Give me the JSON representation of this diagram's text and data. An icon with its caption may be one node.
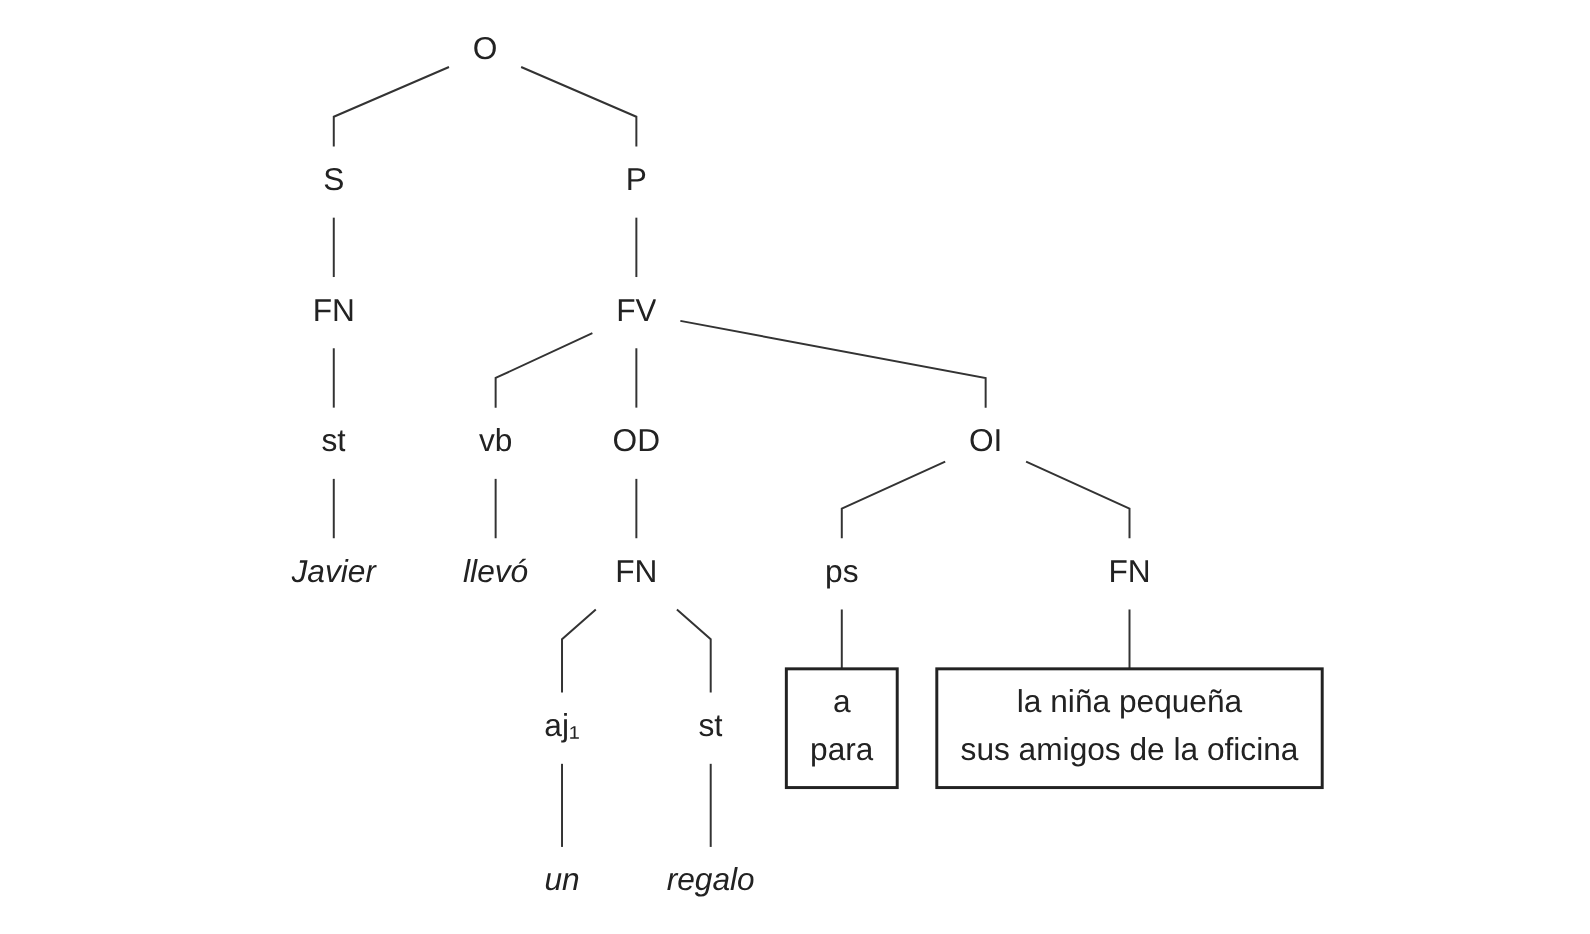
{
  "diagram": {
    "nodes": [
      {
        "text": [
          "O"
        ]
      },
      {
        "text": [
          "S"
        ]
      },
      {
        "text": [
          "P"
        ]
      },
      {
        "text": [
          "FN"
        ]
      },
      {
        "text": [
          "FV"
        ]
      },
      {
        "text": [
          "st"
        ]
      },
      {
        "text": [
          "vb"
        ]
      },
      {
        "text": [
          "OD"
        ]
      },
      {
        "text": [
          "OI"
        ]
      },
      {
        "text": [
          "FN"
        ]
      },
      {
        "text": [
          "aj₁"
        ]
      },
      {
        "text": [
          "st"
        ]
      },
      {
        "text": [
          "ps"
        ]
      },
      {
        "text": [
          "FN"
        ]
      },
      {
        "text": [
          "Javier"
        ]
      },
      {
        "text": [
          "llevó"
        ]
      },
      {
        "text": [
          "un"
        ]
      },
      {
        "text": [
          "regalo"
        ]
      },
      {
        "text": [
          "a",
          "para"
        ]
      },
      {
        "text": [
          "la niña pequeña",
          "sus amigos de la oficina"
        ]
      }
    ],
    "edges": [
      {
        "from": 0,
        "to": 1,
        "arrow": "none"
      },
      {
        "from": 0,
        "to": 2,
        "arrow": "none"
      },
      {
        "from": 1,
        "to": 3,
        "arrow": "none"
      },
      {
        "from": 2,
        "to": 4,
        "arrow": "none"
      },
      {
        "from": 3,
        "to": 5,
        "arrow": "none"
      },
      {
        "from": 4,
        "to": 6,
        "arrow": "none"
      },
      {
        "from": 4,
        "to": 7,
        "arrow": "none"
      },
      {
        "from": 4,
        "to": 8,
        "arrow": "none"
      },
      {
        "from": 7,
        "to": 9,
        "arrow": "none"
      },
      {
        "from": 9,
        "to": 10,
        "arrow": "none"
      },
      {
        "from": 9,
        "to": 11,
        "arrow": "none"
      },
      {
        "from": 8,
        "to": 12,
        "arrow": "none"
      },
      {
        "from": 8,
        "to": 13,
        "arrow": "none"
      },
      {
        "from": 5,
        "to": 14,
        "arrow": "none"
      },
      {
        "from": 6,
        "to": 15,
        "arrow": "none"
      },
      {
        "from": 10,
        "to": 16,
        "arrow": "none"
      },
      {
        "from": 11,
        "to": 17,
        "arrow": "none"
      },
      {
        "from": 12,
        "to": 18,
        "arrow": "none"
      },
      {
        "from": 13,
        "to": 19,
        "arrow": "none"
      }
    ]
  }
}
